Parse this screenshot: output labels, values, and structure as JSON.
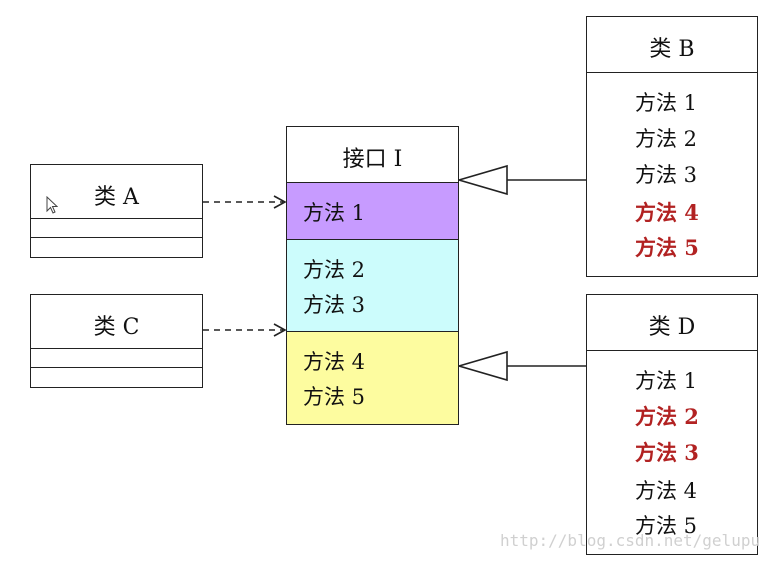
{
  "classA": {
    "title": "类 A"
  },
  "classC": {
    "title": "类 C"
  },
  "interface": {
    "title": "接口 I",
    "sections": [
      {
        "methods": [
          "方法 1"
        ],
        "color": "#c79bff"
      },
      {
        "methods": [
          "方法 2",
          "方法 3"
        ],
        "color": "#ccfcfc"
      },
      {
        "methods": [
          "方法 4",
          "方法 5"
        ],
        "color": "#fdfc9f"
      }
    ]
  },
  "classB": {
    "title": "类 B",
    "methods": [
      "方法 1",
      "方法 2",
      "方法 3",
      "方法 4",
      "方法 5"
    ]
  },
  "classD": {
    "title": "类 D",
    "methods": [
      "方法 1",
      "方法 2",
      "方法 3",
      "方法 4",
      "方法 5"
    ]
  },
  "colors": {
    "highlight": "#b22222",
    "line": "#222222"
  },
  "watermark": "http://blog.csdn.net/gelupu"
}
